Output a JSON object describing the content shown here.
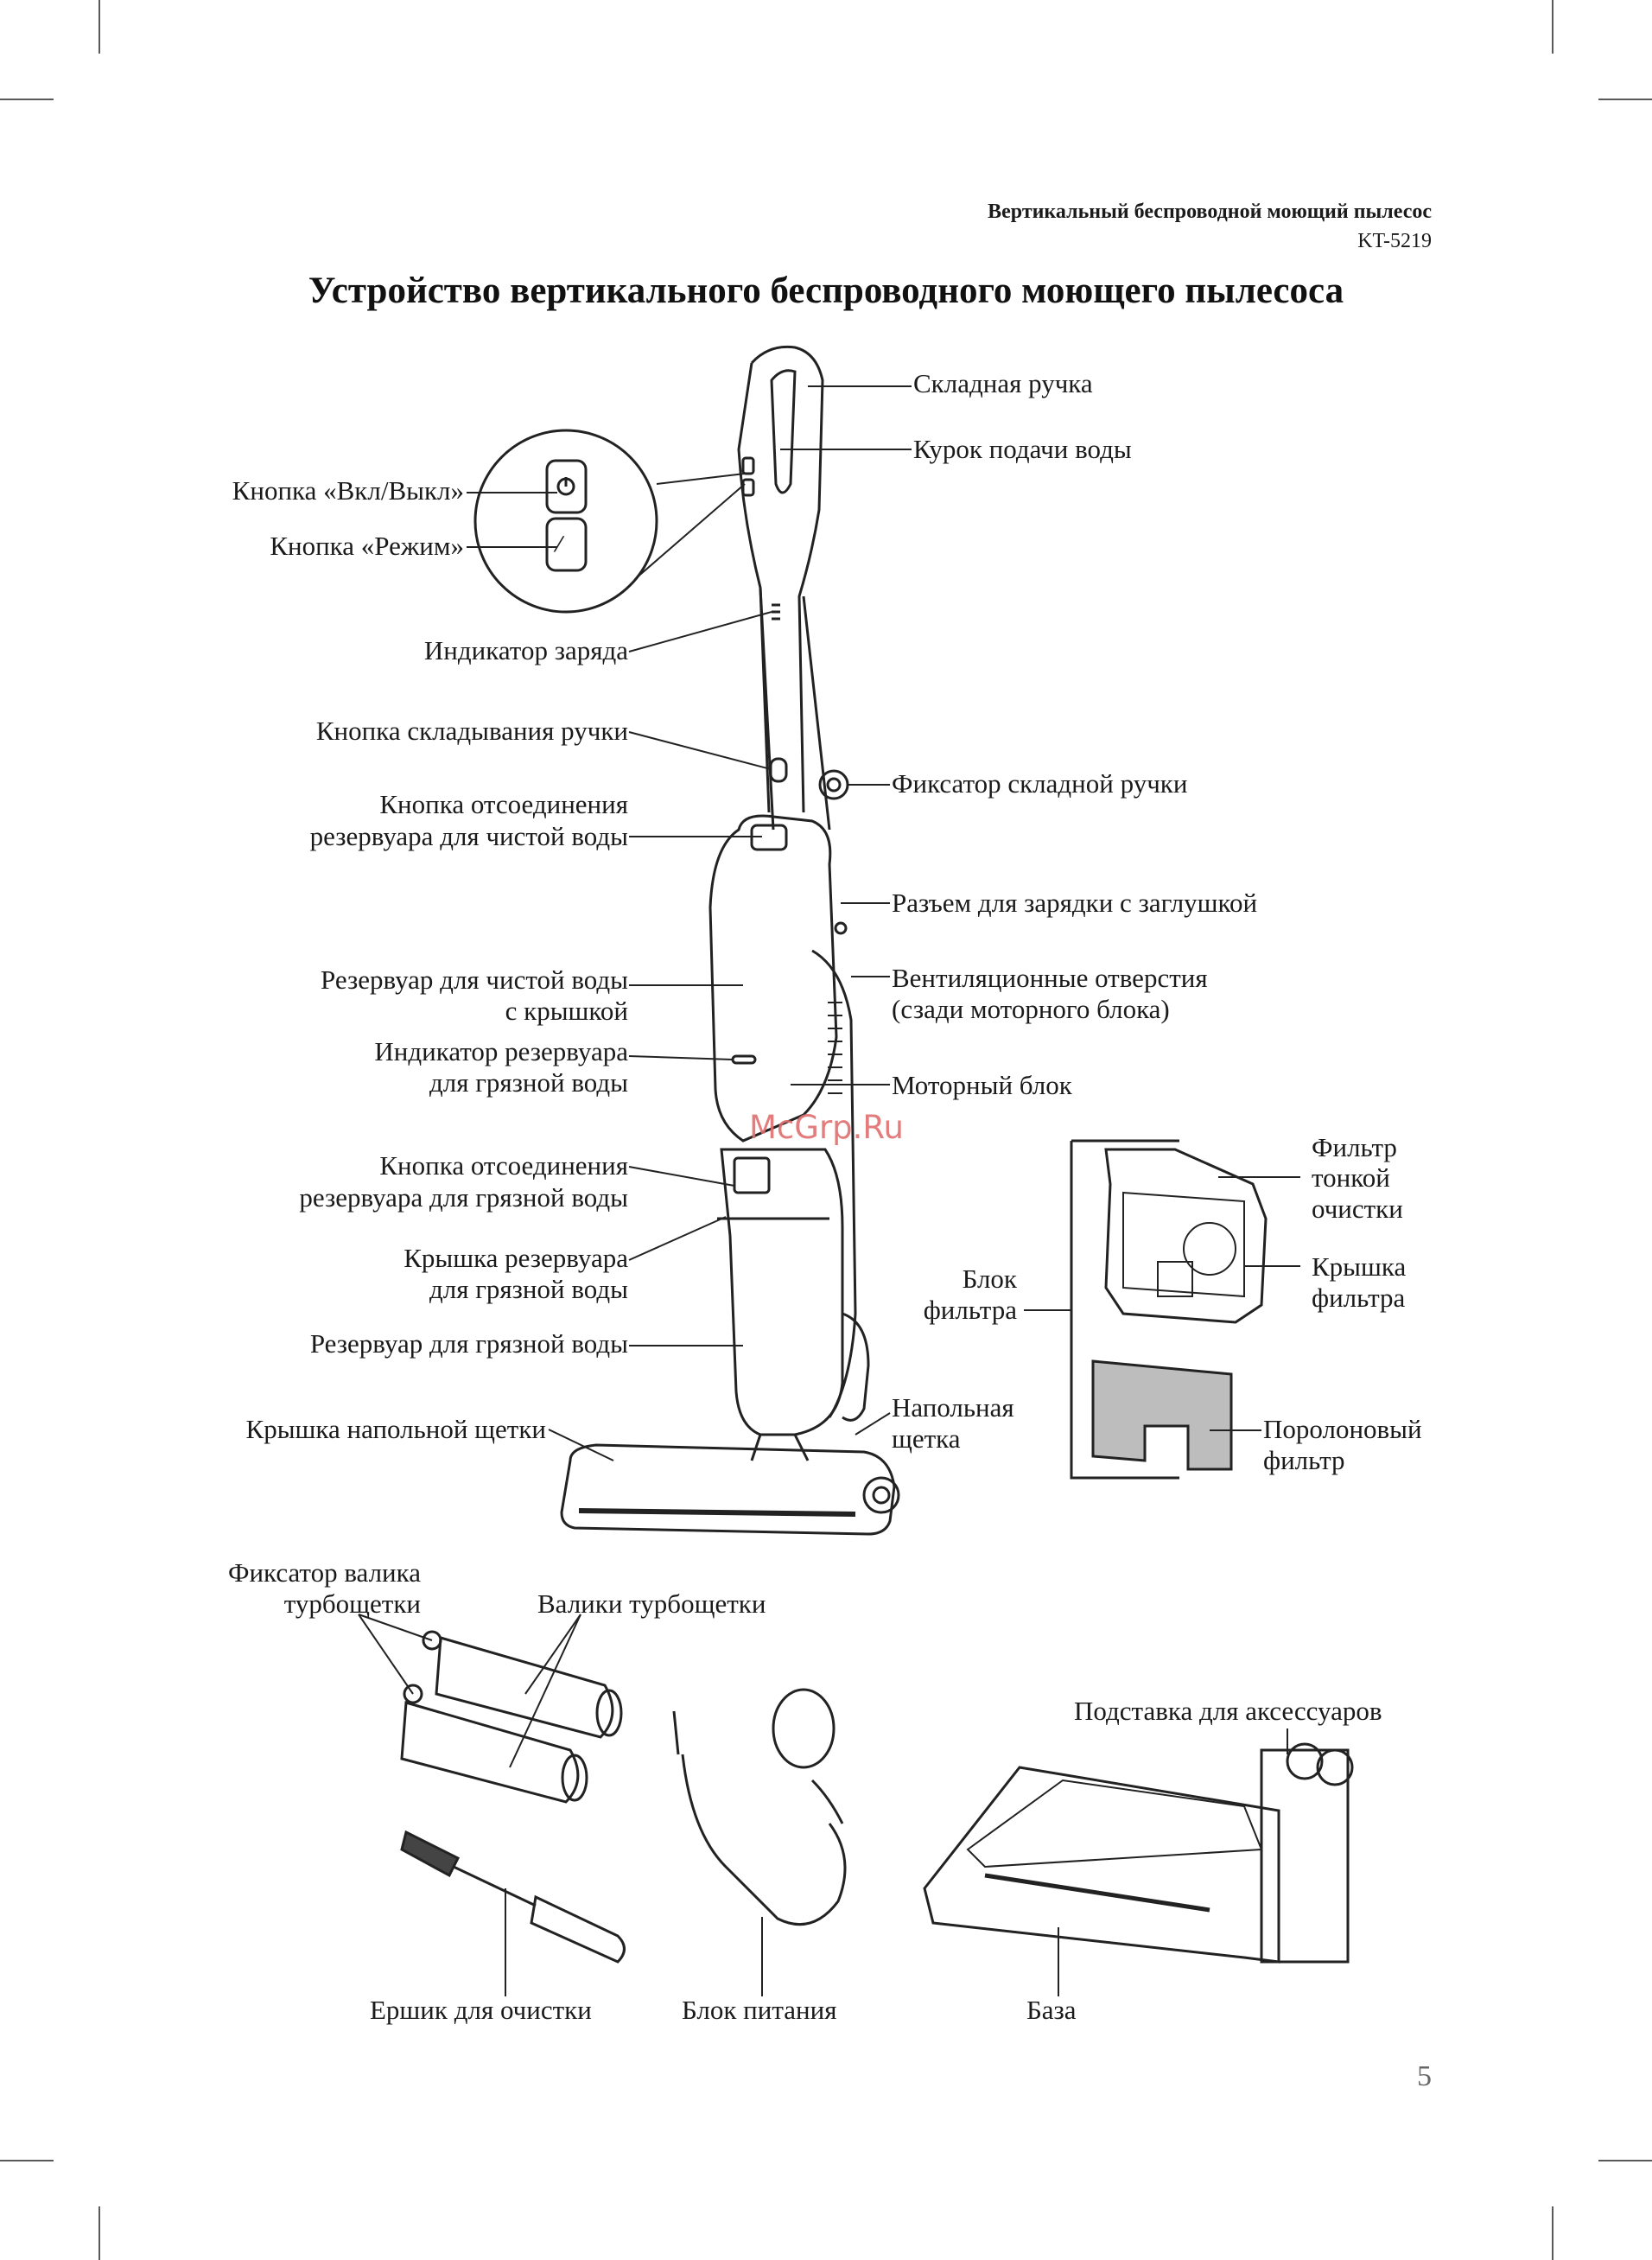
{
  "header": {
    "product_name": "Вертикальный беспроводной моющий пылесос",
    "model": "KT-5219"
  },
  "title": "Устройство вертикального беспроводного моющего пылесоса",
  "watermark": "McGrp.Ru",
  "page_number": "5",
  "labels": {
    "folding_handle": "Складная ручка",
    "water_trigger": "Курок подачи воды",
    "power_button": "Кнопка «Вкл/Выкл»",
    "mode_button": "Кнопка «Режим»",
    "charge_indicator": "Индикатор заряда",
    "fold_button": "Кнопка складывания ручки",
    "handle_lock": "Фиксатор складной ручки",
    "clean_tank_release_1": "Кнопка отсоединения",
    "clean_tank_release_2": "резервуара для чистой воды",
    "charging_port": "Разъем для зарядки с заглушкой",
    "clean_tank_1": "Резервуар для чистой воды",
    "clean_tank_2": "с крышкой",
    "vents_1": "Вентиляционные отверстия",
    "vents_2": "(сзади моторного блока)",
    "dirty_indicator_1": "Индикатор резервуара",
    "dirty_indicator_2": "для грязной воды",
    "motor_unit": "Моторный блок",
    "dirty_release_1": "Кнопка отсоединения",
    "dirty_release_2": "резервуара для грязной воды",
    "dirty_lid_1": "Крышка резервуара",
    "dirty_lid_2": "для грязной воды",
    "dirty_tank": "Резервуар для грязной воды",
    "brush_cover": "Крышка напольной щетки",
    "floor_brush_1": "Напольная",
    "floor_brush_2": "щетка",
    "fine_filter_1": "Фильтр",
    "fine_filter_2": "тонкой",
    "fine_filter_3": "очистки",
    "filter_unit_1": "Блок",
    "filter_unit_2": "фильтра",
    "filter_cover_1": "Крышка",
    "filter_cover_2": "фильтра",
    "foam_filter_1": "Поролоновый",
    "foam_filter_2": "фильтр",
    "roller_lock_1": "Фиксатор валика",
    "roller_lock_2": "турбощетки",
    "rollers": "Валики турбощетки",
    "accessory_stand": "Подставка для аксессуаров",
    "cleaning_brush": "Ершик для очистки",
    "power_supply": "Блок питания",
    "base": "База"
  }
}
